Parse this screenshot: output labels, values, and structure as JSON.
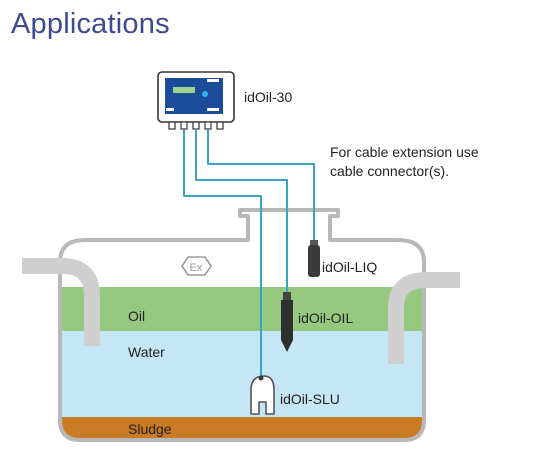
{
  "page": {
    "title": "Applications"
  },
  "controller": {
    "label": "idOil-30"
  },
  "note": {
    "line1": "For cable extension use",
    "line2": "cable connector(s)."
  },
  "layers": {
    "oil": "Oil",
    "water": "Water",
    "sludge": "Sludge"
  },
  "sensors": {
    "liq": "idOil-LIQ",
    "oil": "idOil-OIL",
    "slu": "idOil-SLU"
  },
  "colors": {
    "title": "#3d4a8f",
    "oil_layer": "#96c97f",
    "water_layer": "#c5e6f5",
    "sludge_layer": "#c97a24",
    "tank_outline": "#b8b8b8",
    "cable": "#3aa3c4",
    "controller_screen": "#1b4c9a"
  },
  "icons": {
    "ex_mark": "explosion-proof-ex-icon"
  }
}
